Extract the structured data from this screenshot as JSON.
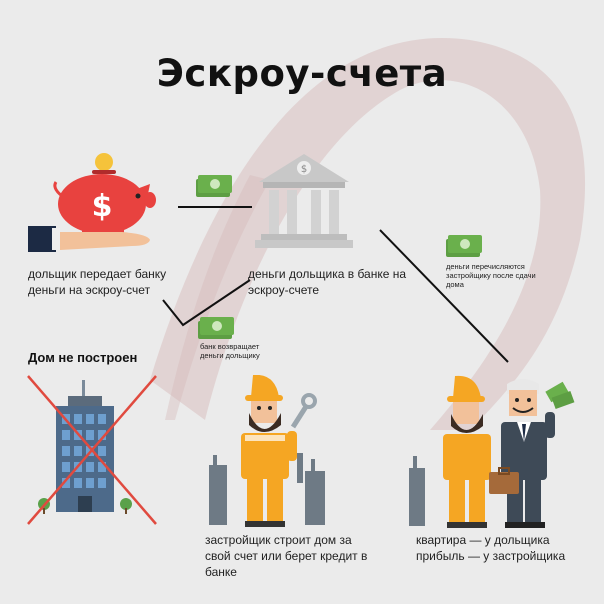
{
  "title": "Эскроу-счета",
  "captions": {
    "shareholder_transfer": "дольщик передает банку деньги на эскроу-счет",
    "money_in_bank": "деньги дольщика в банке на эскроу-счете",
    "money_to_developer": "деньги перечисляются застройщику после сдачи дома",
    "bank_returns": "банк возвращает деньги дольщику",
    "house_not_built": "Дом не построен",
    "developer_builds": "застройщик строит дом за свой счет или берет кредит в банке",
    "outcome": "квартира — у дольщика прибыль — у застройщика"
  },
  "icons": [
    "piggy-bank-icon",
    "coin-icon",
    "hand-icon",
    "money-bill-icon",
    "bank-building-icon",
    "skyscraper-icon",
    "cross-icon",
    "builder-icon",
    "wrench-icon",
    "businessman-icon",
    "briefcase-icon",
    "factory-icon"
  ],
  "colors": {
    "piggy": "#e8423f",
    "coin": "#f5c33b",
    "money": "#6ab04c",
    "helmet": "#f5a623",
    "cross": "#e04a3f",
    "bank": "#c8c8c8"
  }
}
